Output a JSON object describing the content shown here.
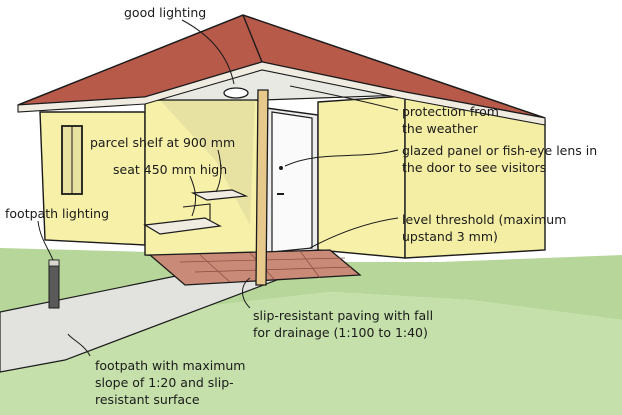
{
  "labels": {
    "good_lighting": "good lighting",
    "protection_1": "protection from",
    "protection_2": "the weather",
    "parcel_shelf": "parcel shelf at 900 mm",
    "glazed_1": "glazed panel or fish-eye lens in",
    "glazed_2": "the door to see visitors",
    "seat": "seat 450 mm high",
    "footpath_lighting": "footpath lighting",
    "threshold_1": "level threshold (maximum",
    "threshold_2": "upstand 3 mm)",
    "paving_1": "slip-resistant paving with fall",
    "paving_2": "for drainage (1:100 to 1:40)",
    "footpath_1": "footpath with maximum",
    "footpath_2": "slope of 1:20 and slip-",
    "footpath_3": "resistant surface"
  },
  "colors": {
    "roof": "#b85a4a",
    "wall": "#f6f0a8",
    "porch_ceiling": "#e9e9e4",
    "paving": "#c98a78",
    "grass": "#b7d79a",
    "path": "#e2e2de",
    "post": "#e7c98c",
    "ink": "#1b1b1b"
  }
}
